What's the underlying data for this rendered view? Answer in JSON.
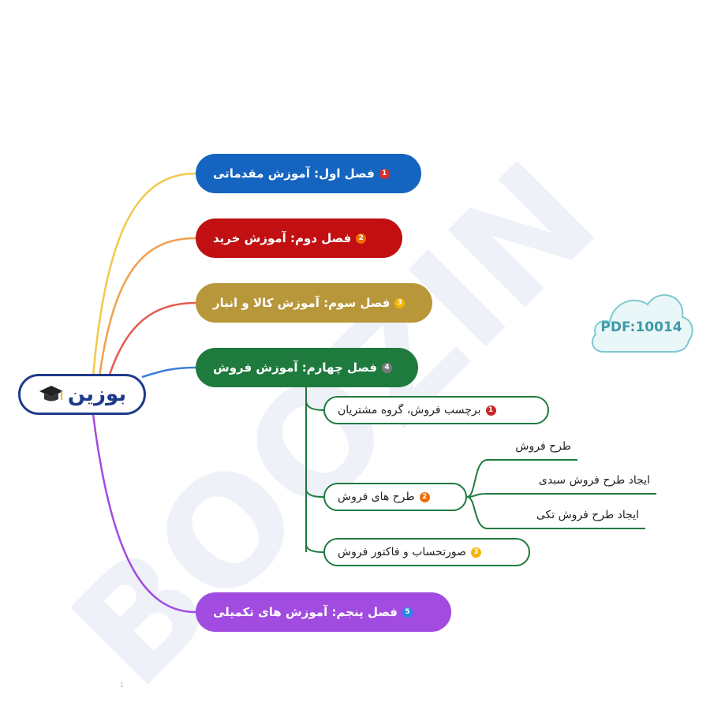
{
  "root": {
    "logo_text": "بوزین"
  },
  "chapters": [
    {
      "label": "فصل اول: آموزش مقدماتی",
      "num": "1",
      "color": "#1565c0",
      "badge": "#d32f2f"
    },
    {
      "label": "فصل دوم: آموزش خرید",
      "num": "2",
      "color": "#c10f12",
      "badge": "#ef6c00"
    },
    {
      "label": "فصل سوم: آموزش کالا و انبار",
      "num": "3",
      "color": "#b8973a",
      "badge": "#f4b400"
    },
    {
      "label": "فصل چهارم: آموزش فروش",
      "num": "4",
      "color": "#1f7a3e",
      "badge": "#7a7a7a"
    },
    {
      "label": "فصل پنجم: آموزش های تکمیلی",
      "num": "5",
      "color": "#a24be0",
      "badge": "#1e88e5"
    }
  ],
  "chapter4_topics": [
    {
      "label": "برچسب فروش، گروه مشتریان",
      "num": "1",
      "badge": "#c62828"
    },
    {
      "label": "طرح های فروش",
      "num": "2",
      "badge": "#ef6c00"
    },
    {
      "label": "صورتحساب و فاکتور فروش",
      "num": "3",
      "badge": "#f4b400"
    }
  ],
  "sales_plans": [
    "طرح فروش",
    "ایجاد طرح فروش سبدی",
    "ایجاد طرح فروش تکی"
  ],
  "cloud_label": "PDF:10014",
  "watermark": "BOOZIN",
  "page_number": "1",
  "colors": {
    "link1": "#f2c94c",
    "link2": "#f0a04b",
    "link3": "#e35d4f",
    "link4": "#3b7dd8",
    "link5": "#a24be0",
    "cloud_stroke": "#7ec8cf",
    "cloud_fill": "#eaf7f8",
    "watermark": "#eef1f8"
  }
}
